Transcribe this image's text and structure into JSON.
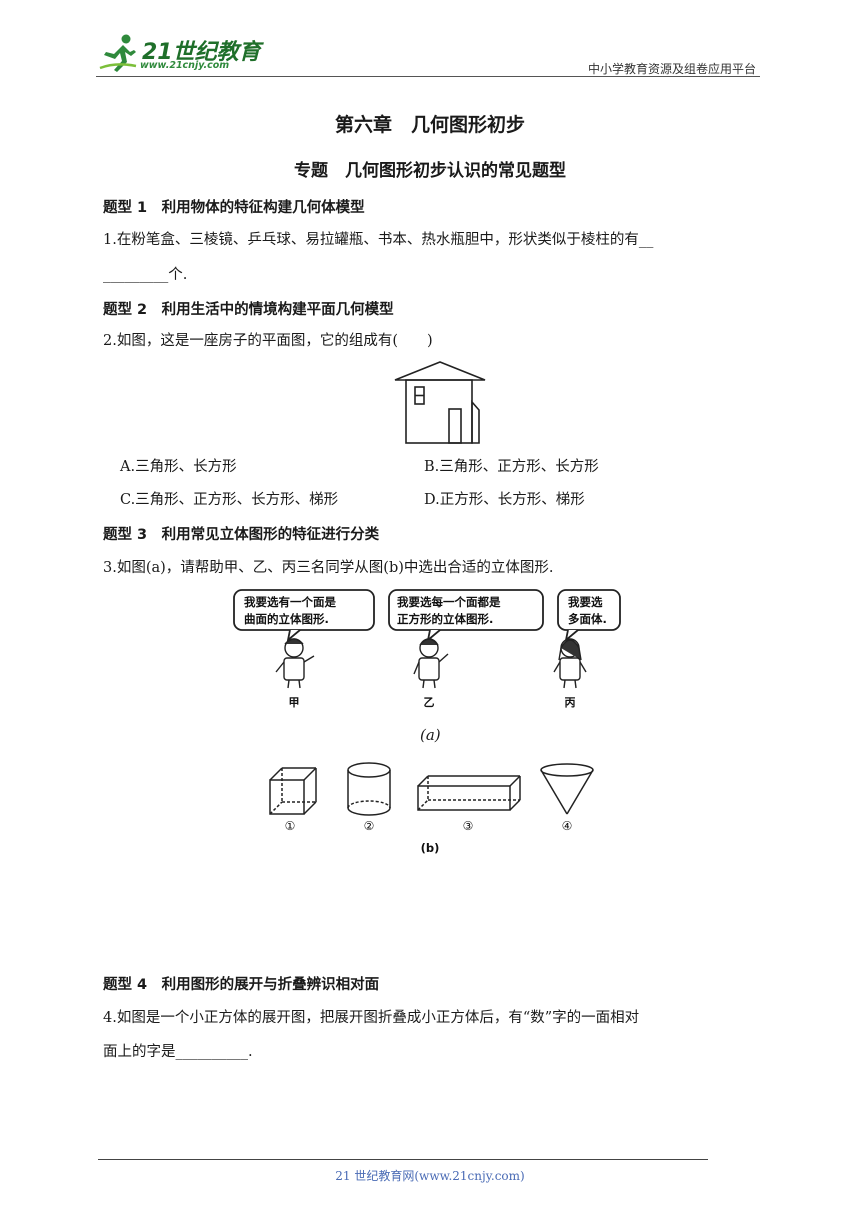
{
  "header": {
    "logo_text": "21世纪教育",
    "logo_url": "www.21cnjy.com",
    "right_text": "中小学教育资源及组卷应用平台"
  },
  "chapter_title": "第六章　几何图形初步",
  "topic_title": "专题　几何图形初步认识的常见题型",
  "sections": [
    {
      "heading": "题型 1　利用物体的特征构建几何体模型",
      "question_line1": "1.在粉笔盒、三棱镜、乒乓球、易拉罐瓶、书本、热水瓶胆中，形状类似于棱柱的有__",
      "question_line2": "_________个."
    },
    {
      "heading": "题型 2　利用生活中的情境构建平面几何模型",
      "question": "2.如图，这是一座房子的平面图，它的组成有(　　)",
      "options": {
        "A": "A.三角形、长方形",
        "B": "B.三角形、正方形、长方形",
        "C": "C.三角形、正方形、长方形、梯形",
        "D": "D.正方形、长方形、梯形"
      }
    },
    {
      "heading": "题型 3　利用常见立体图形的特征进行分类",
      "question": "3.如图(a)，请帮助甲、乙、丙三名同学从图(b)中选出合适的立体图形.",
      "bubbles": [
        {
          "line1": "我要选有一个面是",
          "line2": "曲面的立体图形.",
          "person": "甲"
        },
        {
          "line1": "我要选每一个面都是",
          "line2": "正方形的立体图形.",
          "person": "乙"
        },
        {
          "line1": "我要选",
          "line2": "多面体.",
          "person": "丙"
        }
      ],
      "caption_a": "(a)",
      "solid_labels": [
        "①",
        "②",
        "③",
        "④"
      ],
      "caption_b": "(b)"
    },
    {
      "heading": "题型 4　利用图形的展开与折叠辨识相对面",
      "question_line1": "4.如图是一个小正方体的展开图，把展开图折叠成小正方体后，有“数”字的一面相对",
      "question_line2": "面上的字是__________."
    }
  ],
  "footer": "21 世纪教育网(www.21cnjy.com)"
}
